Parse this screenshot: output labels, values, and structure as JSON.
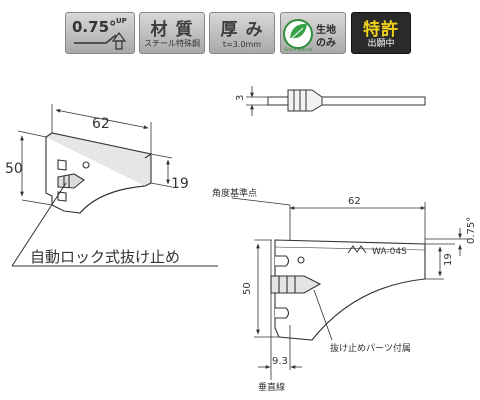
{
  "badges": {
    "thickness_up": {
      "value": "0.75°",
      "sup": "UP"
    },
    "material": {
      "title": "材 質",
      "sub": "スチール特殊鋼"
    },
    "thickness": {
      "title": "厚 み",
      "sub": "t=3.0mm"
    },
    "eco": {
      "line1": "生地",
      "line2": "のみ",
      "ring": "Green Natural"
    },
    "patent": {
      "title": "特許",
      "sub": "出願中"
    }
  },
  "side_view": {
    "thickness_dim": "3"
  },
  "iso_view": {
    "width_dim": "62",
    "height_dim": "50",
    "arm_dim": "19",
    "callout": "自動ロック式抜け止め"
  },
  "front_view": {
    "angle_ref_label": "角度基準点",
    "width_dim": "62",
    "height_dim": "50",
    "arm_dim": "19",
    "angle_dim": "0.75°",
    "model": "WA-04S",
    "part_note": "抜け止めパーツ付属",
    "offset_dim": "9.3",
    "vertical_label": "垂直線"
  }
}
